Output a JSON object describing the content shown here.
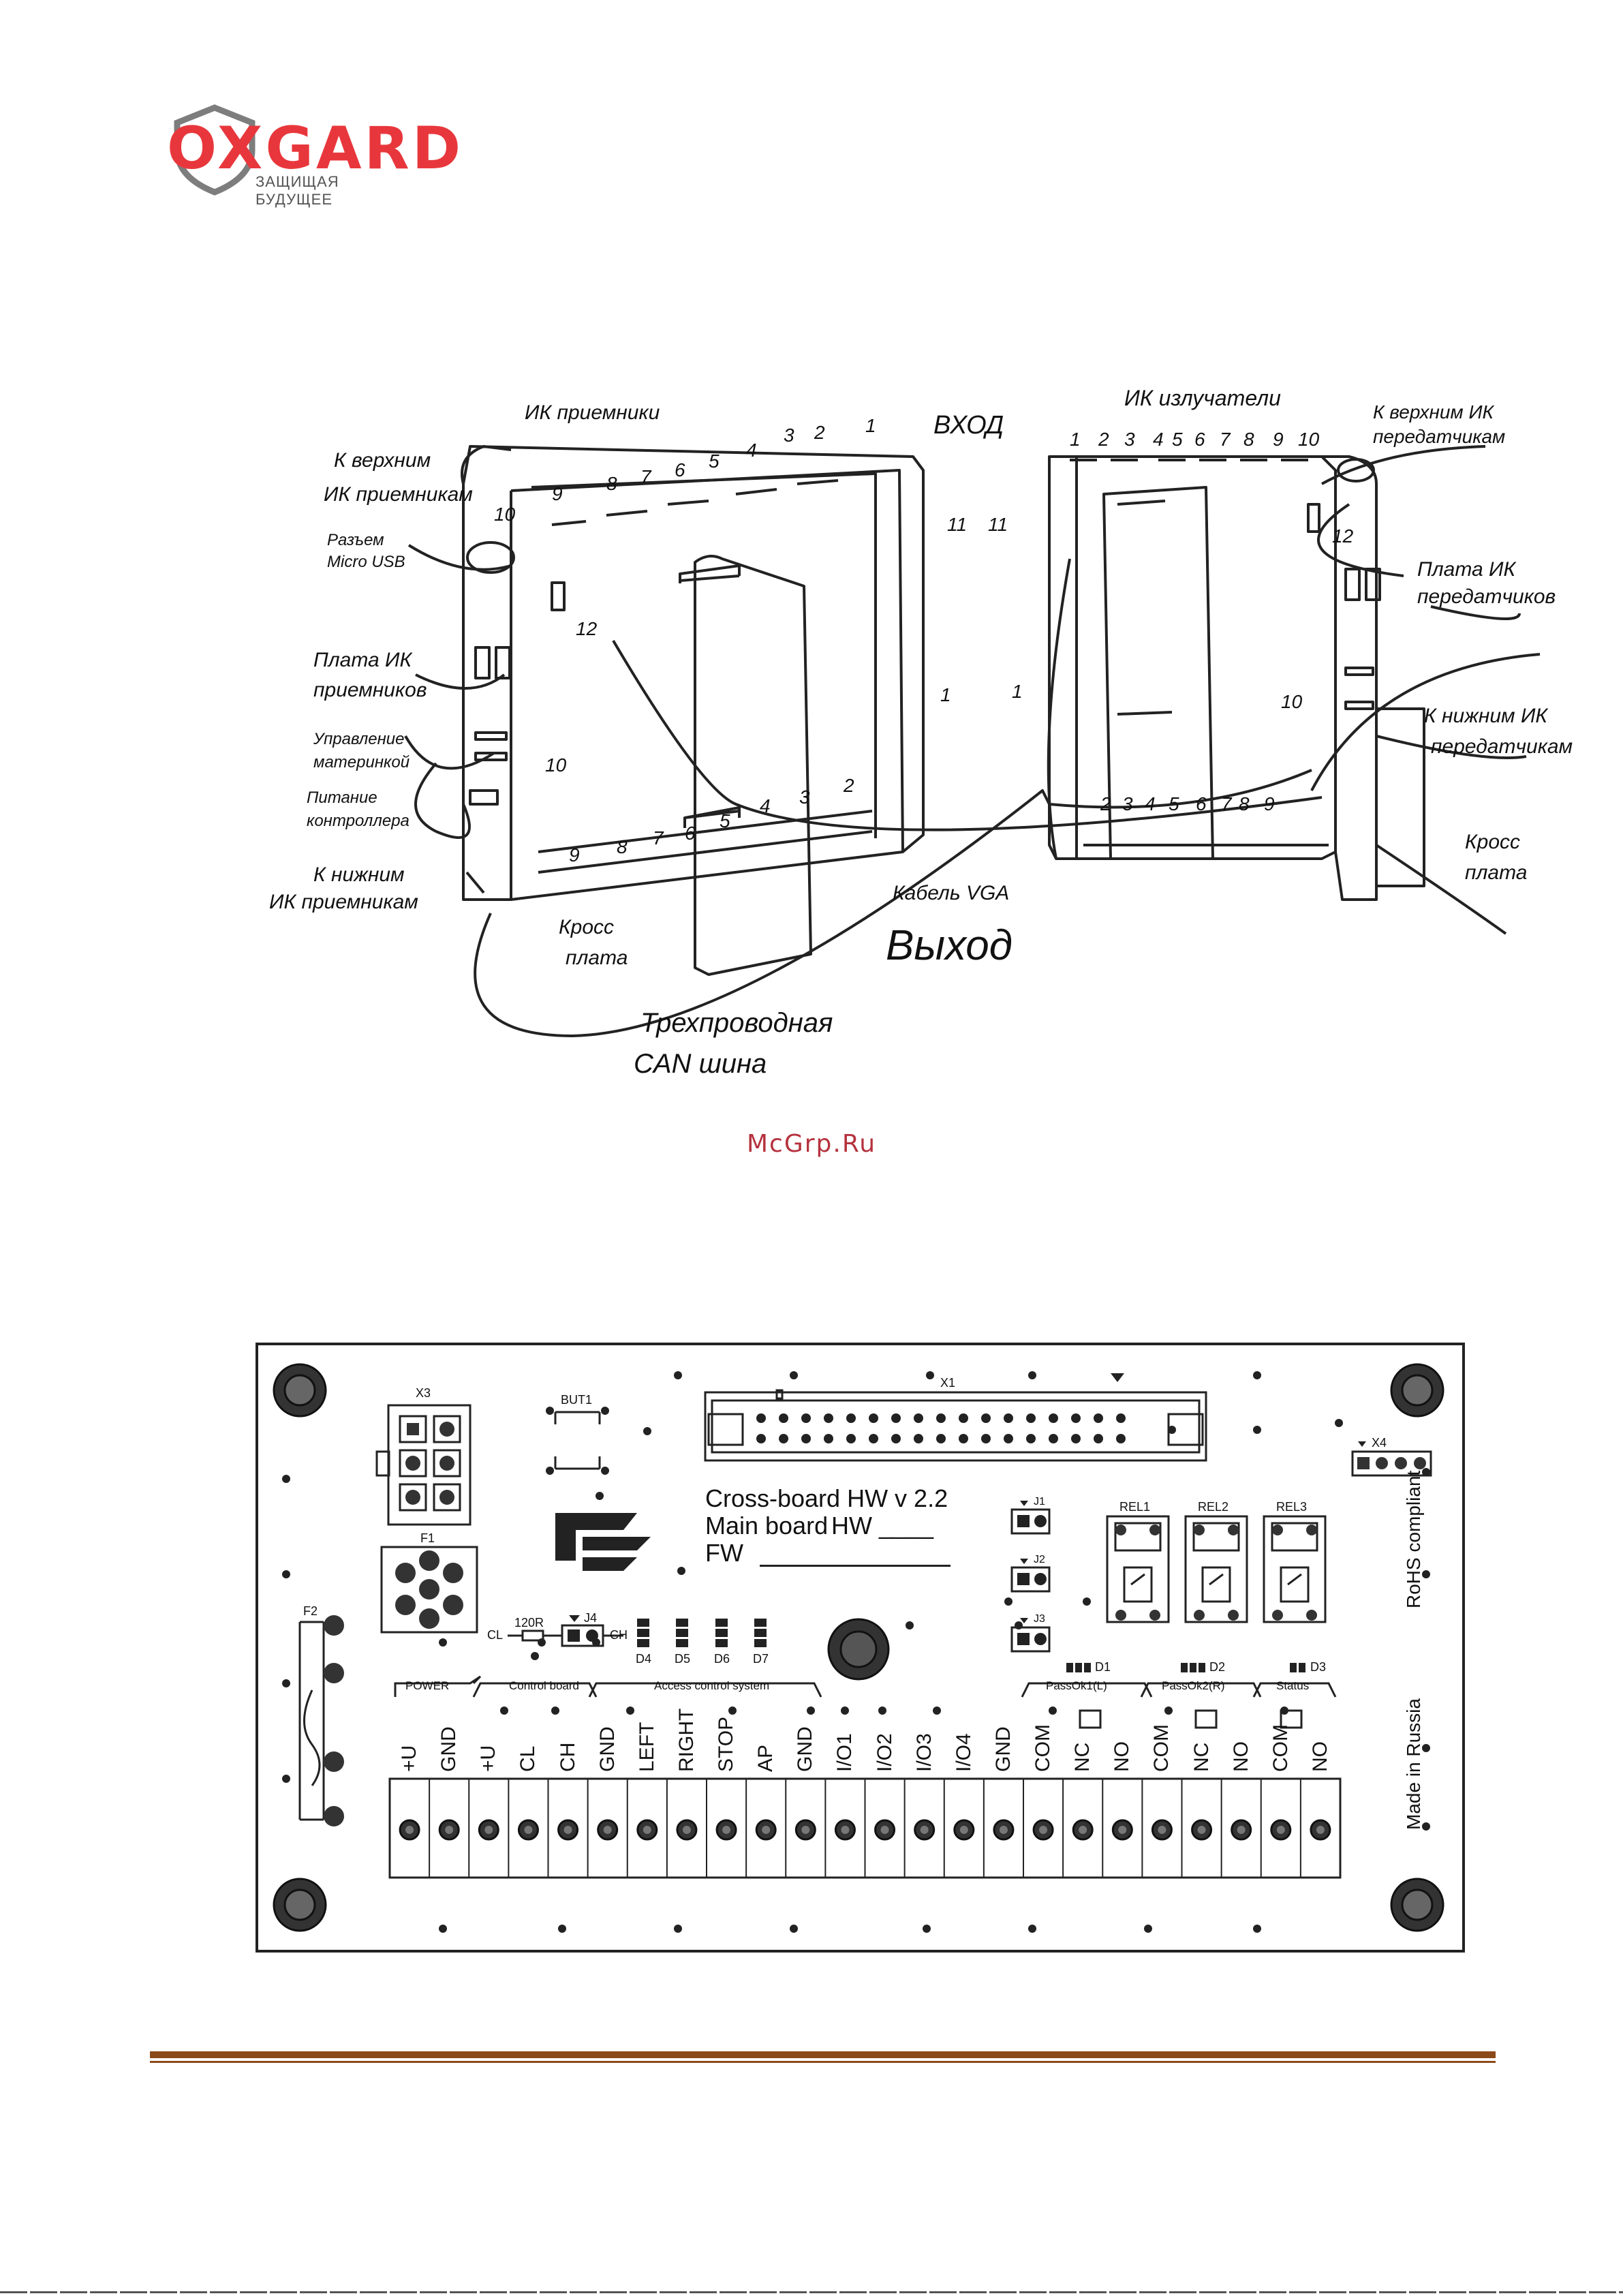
{
  "header": {
    "logo_text": "OXGARD",
    "logo_tagline": "ЗАЩИЩАЯ БУДУЩЕЕ",
    "colors": {
      "logo_red": "#e8373c",
      "logo_grey": "#7d7d7d"
    }
  },
  "figure1": {
    "labels": {
      "ik_receivers": "ИК приемники",
      "vhod": "ВХОД",
      "ik_emitters": "ИК  излучатели",
      "to_upper_tx_1": "К верхним ИК",
      "to_upper_tx_2": "передатчикам",
      "to_upper_rx_1": "К верхним",
      "to_upper_rx_2": "ИК приемникам",
      "micro_usb_1": "Разъем",
      "micro_usb_2": "Micro USB",
      "rx_board_1": "Плата ИК",
      "rx_board_2": "приемников",
      "mb_control_1": "Управление",
      "mb_control_2": "материнкой",
      "ctrl_power_1": "Питание",
      "ctrl_power_2": "контроллера",
      "to_lower_rx_1": "К нижним",
      "to_lower_rx_2": "ИК приемникам",
      "cross_left_1": "Кросс",
      "cross_left_2": "плата",
      "can_bus_1": "Трехпроводная",
      "can_bus_2": "CAN шина",
      "vga_cable": "Кабель VGA",
      "vyhod": "Выход",
      "tx_board_1": "Плата  ИК",
      "tx_board_2": "передатчиков",
      "to_lower_tx_1": "К нижним ИК",
      "to_lower_tx_2": "передатчикам",
      "cross_right_1": "Кросс",
      "cross_right_2": "плата"
    },
    "numbers": {
      "left_top": [
        "9",
        "8",
        "7",
        "6",
        "5",
        "4",
        "3",
        "2",
        "1"
      ],
      "left_bottom": [
        "9",
        "8",
        "7",
        "6",
        "5",
        "4",
        "3",
        "2"
      ],
      "right_top": [
        "1",
        "2",
        "3",
        "4",
        "5",
        "6",
        "7",
        "8",
        "9",
        "10"
      ],
      "right_bottom": [
        "2",
        "3",
        "4",
        "5",
        "6",
        "7",
        "8",
        "9"
      ],
      "n10": "10",
      "n11": "11",
      "n12": "12",
      "n1": "1"
    }
  },
  "watermark": "McGrp.Ru",
  "board": {
    "connector_x1": "X1",
    "connector_x3": "X3",
    "connector_x4": "X4",
    "button": "BUT1",
    "fuse_f1": "F1",
    "fuse_f2": "F2",
    "title_line1": "Cross-board HW v 2.2",
    "title_line2_a": "Main board",
    "title_line2_b": "HW ____",
    "title_line3": "FW",
    "relays": [
      "REL1",
      "REL2",
      "REL3"
    ],
    "jumpers": [
      "J1",
      "J2",
      "J3",
      "J4"
    ],
    "resistor": "120R",
    "can_cl": "CL",
    "can_ch": "CH",
    "leds_left": [
      "D4",
      "D5",
      "D6",
      "D7"
    ],
    "leds_right": [
      "D1",
      "D2",
      "D3"
    ],
    "groups": [
      "POWER",
      "Control board",
      "Access control system",
      "PassOk1(L)",
      "PassOk2(R)",
      "Status"
    ],
    "terminals": [
      "+U",
      "GND",
      "+U",
      "CL",
      "CH",
      "GND",
      "LEFT",
      "RIGHT",
      "STOP",
      "AP",
      "GND",
      "I/O1",
      "I/O2",
      "I/O3",
      "I/O4",
      "GND",
      "COM",
      "NC",
      "NO",
      "COM",
      "NC",
      "NO",
      "COM",
      "NO"
    ],
    "side_text_1": "RoHS  compliant",
    "side_text_2": "Made  in  Russia"
  }
}
